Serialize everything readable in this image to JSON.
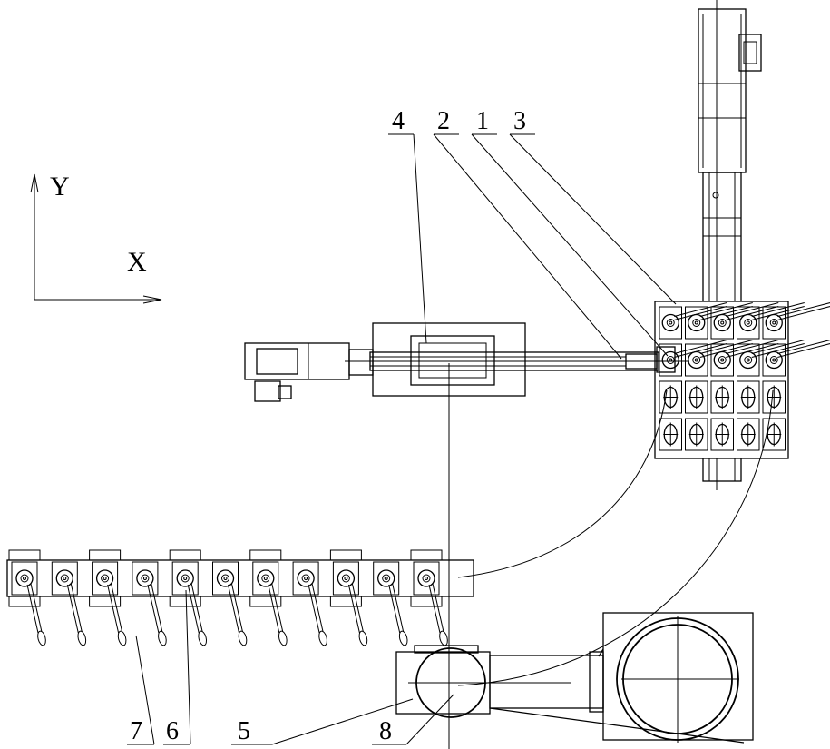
{
  "axes": {
    "y_label": "Y",
    "x_label": "X"
  },
  "callouts": [
    {
      "id": "callout-4",
      "label": "4"
    },
    {
      "id": "callout-2",
      "label": "2"
    },
    {
      "id": "callout-1",
      "label": "1"
    },
    {
      "id": "callout-3",
      "label": "3"
    },
    {
      "id": "callout-7",
      "label": "7"
    },
    {
      "id": "callout-6",
      "label": "6"
    },
    {
      "id": "callout-5",
      "label": "5"
    },
    {
      "id": "callout-8",
      "label": "8"
    }
  ],
  "colors": {
    "line": "#000000",
    "background": "#ffffff"
  }
}
